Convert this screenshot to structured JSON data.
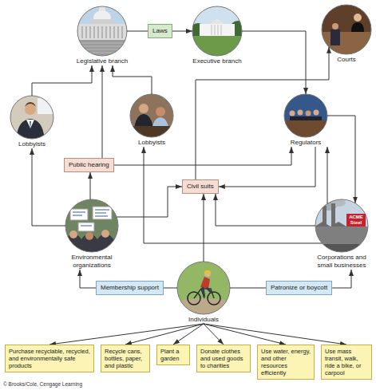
{
  "diagram": {
    "nodes": [
      {
        "text": [
          "Legislative branch"
        ]
      },
      {
        "text": [
          "Laws"
        ]
      },
      {
        "text": [
          "Executive branch"
        ]
      },
      {
        "text": [
          "Courts"
        ]
      },
      {
        "text": [
          "Lobbyists"
        ]
      },
      {
        "text": [
          "Lobbyists"
        ]
      },
      {
        "text": [
          "Regulators"
        ]
      },
      {
        "text": [
          "Public hearing"
        ]
      },
      {
        "text": [
          "Civil suits"
        ]
      },
      {
        "text": [
          "Environmental organizations"
        ]
      },
      {
        "text": [
          "Corporations and small businesses"
        ]
      },
      {
        "text": [
          "Membership support"
        ]
      },
      {
        "text": [
          "Patronize or boycott"
        ]
      },
      {
        "text": [
          "Individuals"
        ]
      },
      {
        "text": [
          "Purchase recyclable, recycled, and environmentally safe products"
        ]
      },
      {
        "text": [
          "Recycle cans, bottles, paper, and plastic"
        ]
      },
      {
        "text": [
          "Plant a garden"
        ]
      },
      {
        "text": [
          "Donate clothes and used goods to charities"
        ]
      },
      {
        "text": [
          "Use water, energy, and other resources efficiently"
        ]
      },
      {
        "text": [
          "Use mass transit, walk, ride a bike, or carpool"
        ]
      }
    ],
    "edges": [
      {
        "from": 0,
        "to": 1,
        "arrow": "none"
      },
      {
        "from": 1,
        "to": 2,
        "arrow": "to"
      },
      {
        "from": 2,
        "to": 6,
        "arrow": "to"
      },
      {
        "from": 4,
        "to": 0,
        "arrow": "to"
      },
      {
        "from": 5,
        "to": 0,
        "arrow": "to"
      },
      {
        "from": 7,
        "to": 0,
        "arrow": "to"
      },
      {
        "from": 7,
        "to": 6,
        "arrow": "to"
      },
      {
        "from": 9,
        "to": 4,
        "arrow": "to"
      },
      {
        "from": 9,
        "to": 7,
        "arrow": "to"
      },
      {
        "from": 9,
        "to": 8,
        "arrow": "to"
      },
      {
        "from": 10,
        "to": 8,
        "arrow": "to"
      },
      {
        "from": 10,
        "to": 5,
        "arrow": "to"
      },
      {
        "from": 6,
        "to": 10,
        "arrow": "to"
      },
      {
        "from": 10,
        "to": 6,
        "arrow": "to"
      },
      {
        "from": 6,
        "to": 8,
        "arrow": "to"
      },
      {
        "from": 8,
        "to": 3,
        "arrow": "to"
      },
      {
        "from": 13,
        "to": 8,
        "arrow": "to"
      },
      {
        "from": 13,
        "to": 11,
        "arrow": "none"
      },
      {
        "from": 11,
        "to": 9,
        "arrow": "to"
      },
      {
        "from": 13,
        "to": 12,
        "arrow": "none"
      },
      {
        "from": 12,
        "to": 10,
        "arrow": "to"
      },
      {
        "from": 13,
        "to": 14,
        "arrow": "to"
      },
      {
        "from": 13,
        "to": 15,
        "arrow": "to"
      },
      {
        "from": 13,
        "to": 16,
        "arrow": "to"
      },
      {
        "from": 13,
        "to": 17,
        "arrow": "to"
      },
      {
        "from": 13,
        "to": 18,
        "arrow": "to"
      },
      {
        "from": 13,
        "to": 19,
        "arrow": "to"
      }
    ],
    "labels": [
      "ACME Steel",
      "© Brooks/Cole, Cengage Learning"
    ]
  }
}
